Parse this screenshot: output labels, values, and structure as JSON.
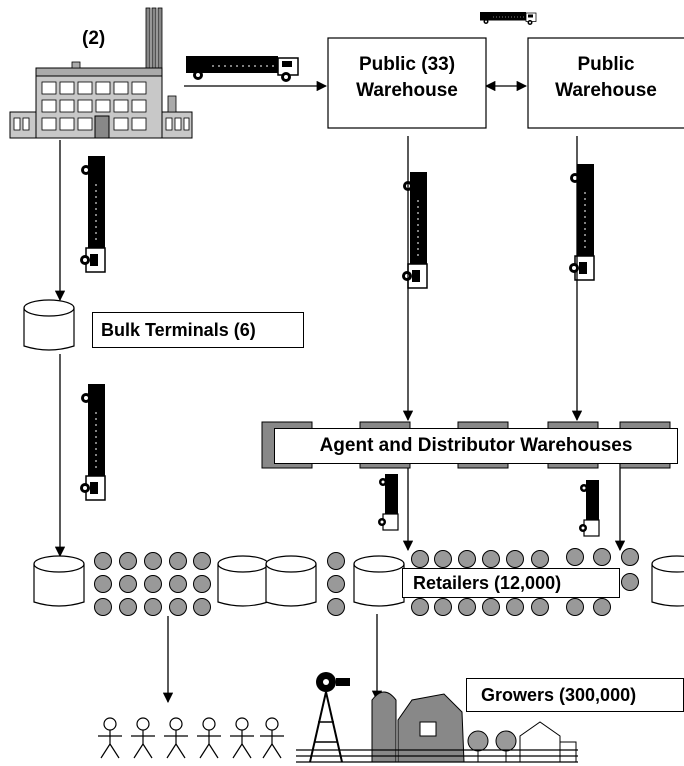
{
  "diagram": {
    "factory": {
      "label": "(2)"
    },
    "public_warehouse_1": {
      "line1": "Public (33)",
      "line2": "Warehouse"
    },
    "public_warehouse_2": {
      "line1": "Public",
      "line2": "Warehouse"
    },
    "bulk_terminals": {
      "label": "Bulk Terminals (6)"
    },
    "agent_warehouses": {
      "label": "Agent and Distributor Warehouses"
    },
    "retailers": {
      "label": "Retailers (12,000)"
    },
    "growers": {
      "label": "Growers (300,000)"
    }
  },
  "colors": {
    "ink": "#000000",
    "circle_fill": "#999999",
    "box_fill": "#888888",
    "building": "#c8c8c8"
  }
}
